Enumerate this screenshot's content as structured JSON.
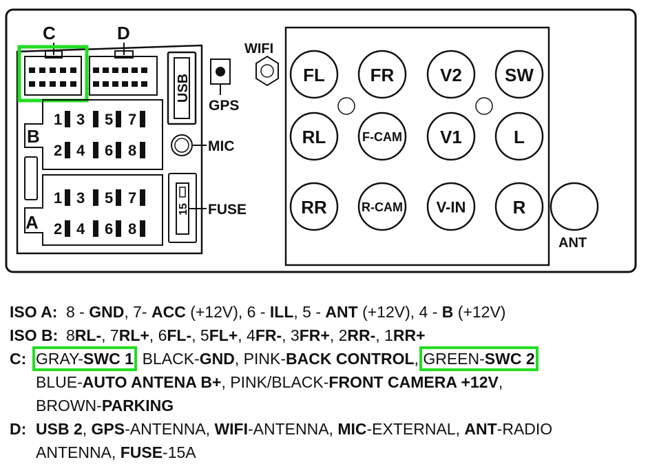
{
  "connector_labels": {
    "c": "C",
    "d": "D",
    "b": "B",
    "a": "A",
    "usb": "USB",
    "gps": "GPS",
    "wifi": "WIFI",
    "mic": "MIC",
    "fuse": "FUSE",
    "fuse_value": "15",
    "ant": "ANT"
  },
  "iso_pins": {
    "top_row": [
      "1",
      "3",
      "5",
      "7"
    ],
    "bottom_row": [
      "2",
      "4",
      "6",
      "8"
    ]
  },
  "rca_jacks": {
    "row1": [
      "FL",
      "FR",
      "V2",
      "SW"
    ],
    "row2": [
      "RL",
      "F-CAM",
      "V1",
      "L"
    ],
    "row3": [
      "RR",
      "R-CAM",
      "V-IN",
      "R"
    ]
  },
  "highlight_color": "#22dd22",
  "legend": {
    "iso_a": {
      "key": "ISO A:",
      "parts": [
        {
          "t": "8 - ",
          "b": false
        },
        {
          "t": "GND",
          "b": true
        },
        {
          "t": ", 7- ",
          "b": false
        },
        {
          "t": "ACC",
          "b": true
        },
        {
          "t": " (+12V), 6 - ",
          "b": false
        },
        {
          "t": "ILL",
          "b": true
        },
        {
          "t": ", 5 - ",
          "b": false
        },
        {
          "t": "ANT",
          "b": true
        },
        {
          "t": " (+12V), 4 - ",
          "b": false
        },
        {
          "t": "B",
          "b": true
        },
        {
          "t": " (+12V)",
          "b": false
        }
      ]
    },
    "iso_b": {
      "key": "ISO B:",
      "parts": [
        {
          "t": "8",
          "b": false
        },
        {
          "t": "RL-",
          "b": true
        },
        {
          "t": ", 7",
          "b": false
        },
        {
          "t": "RL+",
          "b": true
        },
        {
          "t": ", 6",
          "b": false
        },
        {
          "t": "FL-",
          "b": true
        },
        {
          "t": ", 5",
          "b": false
        },
        {
          "t": "FL+",
          "b": true
        },
        {
          "t": ", 4",
          "b": false
        },
        {
          "t": "FR-",
          "b": true
        },
        {
          "t": ", 3",
          "b": false
        },
        {
          "t": "FR+",
          "b": true
        },
        {
          "t": ", 2",
          "b": false
        },
        {
          "t": "RR-",
          "b": true
        },
        {
          "t": ", 1",
          "b": false
        },
        {
          "t": "RR+",
          "b": true
        }
      ]
    },
    "c": {
      "key": "C:",
      "line1": [
        {
          "t": "GRAY-",
          "b": false,
          "hl": "a"
        },
        {
          "t": "SWC 1",
          "b": true,
          "hl": "a"
        },
        {
          "t": ", BLACK-",
          "b": false
        },
        {
          "t": "GND",
          "b": true
        },
        {
          "t": ", PINK-",
          "b": false
        },
        {
          "t": "BACK CONTROL",
          "b": true
        },
        {
          "t": ", ",
          "b": false
        },
        {
          "t": "GREEN-",
          "b": false,
          "hl": "b"
        },
        {
          "t": "SWC 2",
          "b": true,
          "hl": "b"
        }
      ],
      "line2": [
        {
          "t": "BLUE-",
          "b": false
        },
        {
          "t": "AUTO ANTENA B+",
          "b": true
        },
        {
          "t": ", PINK/BLACK-",
          "b": false
        },
        {
          "t": "FRONT CAMERA +12V",
          "b": true
        },
        {
          "t": ",",
          "b": false
        }
      ],
      "line3": [
        {
          "t": "BROWN-",
          "b": false
        },
        {
          "t": "PARKING",
          "b": true
        }
      ]
    },
    "d": {
      "key": "D:",
      "line1": [
        {
          "t": "USB 2",
          "b": true
        },
        {
          "t": ", ",
          "b": false
        },
        {
          "t": "GPS",
          "b": true
        },
        {
          "t": "-ANTENNA, ",
          "b": false
        },
        {
          "t": "WIFI",
          "b": true
        },
        {
          "t": "-ANTENNA, ",
          "b": false
        },
        {
          "t": "MIC",
          "b": true
        },
        {
          "t": "-EXTERNAL, ",
          "b": false
        },
        {
          "t": "ANT",
          "b": true
        },
        {
          "t": "-RADIO",
          "b": false
        }
      ],
      "line2": [
        {
          "t": "ANTENNA, ",
          "b": false
        },
        {
          "t": "FUSE",
          "b": true
        },
        {
          "t": "-15A",
          "b": false
        }
      ]
    }
  }
}
